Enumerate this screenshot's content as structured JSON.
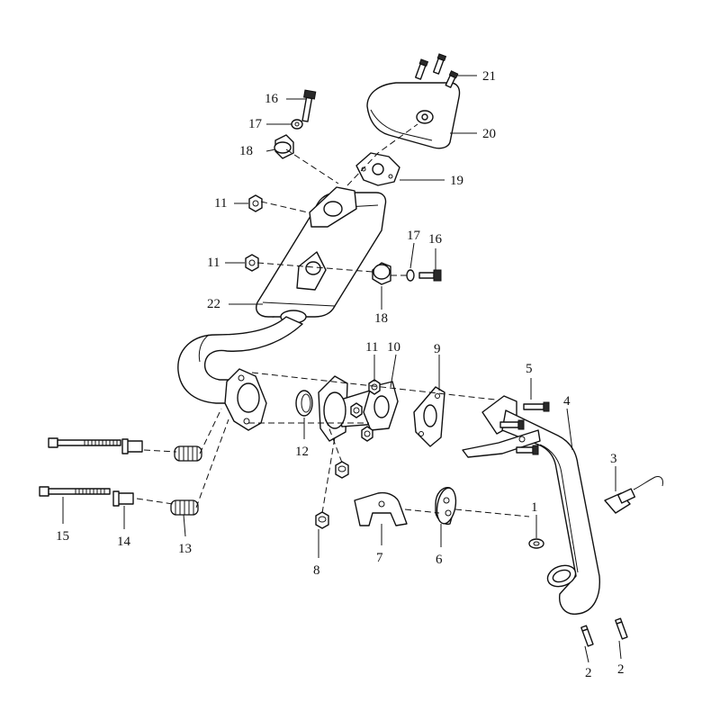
{
  "callouts": [
    {
      "id": "c1",
      "label": "1"
    },
    {
      "id": "c2a",
      "label": "2"
    },
    {
      "id": "c2b",
      "label": "2"
    },
    {
      "id": "c3",
      "label": "3"
    },
    {
      "id": "c4",
      "label": "4"
    },
    {
      "id": "c5",
      "label": "5"
    },
    {
      "id": "c6",
      "label": "6"
    },
    {
      "id": "c7",
      "label": "7"
    },
    {
      "id": "c8",
      "label": "8"
    },
    {
      "id": "c9",
      "label": "9"
    },
    {
      "id": "c10",
      "label": "10"
    },
    {
      "id": "c11a",
      "label": "11"
    },
    {
      "id": "c11b",
      "label": "11"
    },
    {
      "id": "c11c",
      "label": "11"
    },
    {
      "id": "c12",
      "label": "12"
    },
    {
      "id": "c13",
      "label": "13"
    },
    {
      "id": "c14",
      "label": "14"
    },
    {
      "id": "c15",
      "label": "15"
    },
    {
      "id": "c16a",
      "label": "16"
    },
    {
      "id": "c16b",
      "label": "16"
    },
    {
      "id": "c17a",
      "label": "17"
    },
    {
      "id": "c17b",
      "label": "17"
    },
    {
      "id": "c18a",
      "label": "18"
    },
    {
      "id": "c18b",
      "label": "18"
    },
    {
      "id": "c19",
      "label": "19"
    },
    {
      "id": "c20",
      "label": "20"
    },
    {
      "id": "c21",
      "label": "21"
    },
    {
      "id": "c22",
      "label": "22"
    }
  ]
}
